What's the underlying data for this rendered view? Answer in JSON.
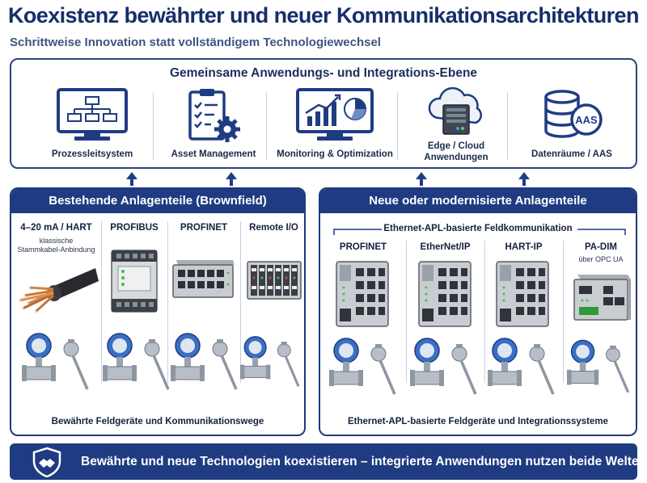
{
  "title": "Koexistenz bewährter und neuer Kommunikationsarchitekturen",
  "subtitle": "Schrittweise Innovation statt vollständigem Technologiewechsel",
  "top_layer": {
    "title": "Gemeinsame Anwendungs- und Integrations-Ebene",
    "apps": [
      {
        "label": "Prozessleitsystem",
        "icon": "flowchart-monitor-icon"
      },
      {
        "label": "Asset Management",
        "icon": "clipboard-gear-icon"
      },
      {
        "label": "Monitoring & Optimization",
        "icon": "chart-monitor-icon"
      },
      {
        "label": "Edge / Cloud",
        "label2": "Anwendungen",
        "icon": "cloud-server-icon"
      },
      {
        "label": "Datenräume / AAS",
        "icon": "database-icon",
        "badge": "AAS"
      }
    ]
  },
  "brownfield": {
    "title": "Bestehende Anlagenteile (Brownfield)",
    "columns": [
      {
        "label": "4–20 mA / HART",
        "sub1": "klassische",
        "sub2": "Stammkabel-Anbindung",
        "device": "cable-bundle-icon"
      },
      {
        "label": "PROFIBUS",
        "device": "profibus-module-icon"
      },
      {
        "label": "PROFINET",
        "device": "ethernet-switch-icon"
      },
      {
        "label": "Remote I/O",
        "device": "remote-io-icon"
      }
    ],
    "footer": "Bewährte Feldgeräte und Kommunikationswege"
  },
  "greenfield": {
    "title": "Neue oder modernisierte Anlagenteile",
    "bracket_label": "Ethernet-APL-basierte Feldkommunikation",
    "columns": [
      {
        "label": "PROFINET",
        "device": "apl-switch-icon"
      },
      {
        "label": "EtherNet/IP",
        "device": "apl-switch-icon"
      },
      {
        "label": "HART-IP",
        "device": "apl-switch-icon"
      },
      {
        "label": "PA-DIM",
        "sub1": "über OPC UA",
        "device": "gateway-icon"
      }
    ],
    "footer": "Ethernet-APL-basierte Feldgeräte und Integrationssysteme"
  },
  "bottom": {
    "text": "Bewährte und neue Technologien koexistieren – integrierte Anwendungen nutzen beide Welten.",
    "icon": "handshake-shield-icon"
  },
  "colors": {
    "navy": "#1f3c82",
    "title": "#162e6b",
    "device_blue": "#3a6fc4",
    "steel": "#9aa3ae"
  }
}
